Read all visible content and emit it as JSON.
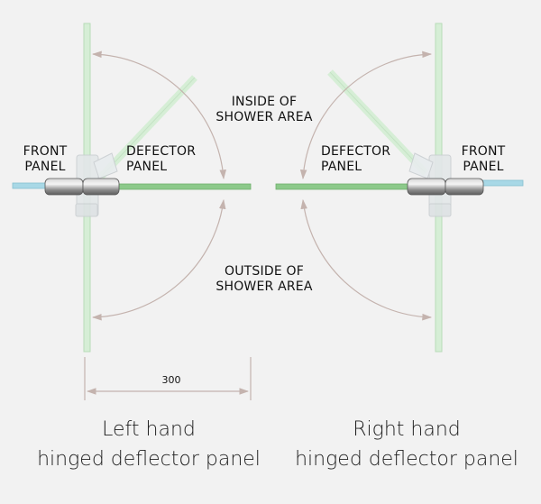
{
  "labels": {
    "inside": [
      "INSIDE OF",
      "SHOWER AREA"
    ],
    "outside": [
      "OUTSIDE OF",
      "SHOWER AREA"
    ],
    "left_front": [
      "FRONT",
      "PANEL"
    ],
    "left_defector": [
      "DEFECTOR",
      "PANEL"
    ],
    "right_defector": [
      "DEFECTOR",
      "PANEL"
    ],
    "right_front": [
      "FRONT",
      "PANEL"
    ]
  },
  "dimension": "300",
  "captions": {
    "left": [
      "Left hand",
      "hinged deflector panel"
    ],
    "right": [
      "Right hand",
      "hinged deflector panel"
    ]
  },
  "colors": {
    "background": "#f2f2f2",
    "open_panel": "#d8efd8",
    "closed_panel": "#8cc98a",
    "front_panel": "#a8d8e6",
    "arrow": "#c8b8b4",
    "hinge_metal": "#8a8a8a",
    "clamp_glass": "#e0e4e6"
  }
}
